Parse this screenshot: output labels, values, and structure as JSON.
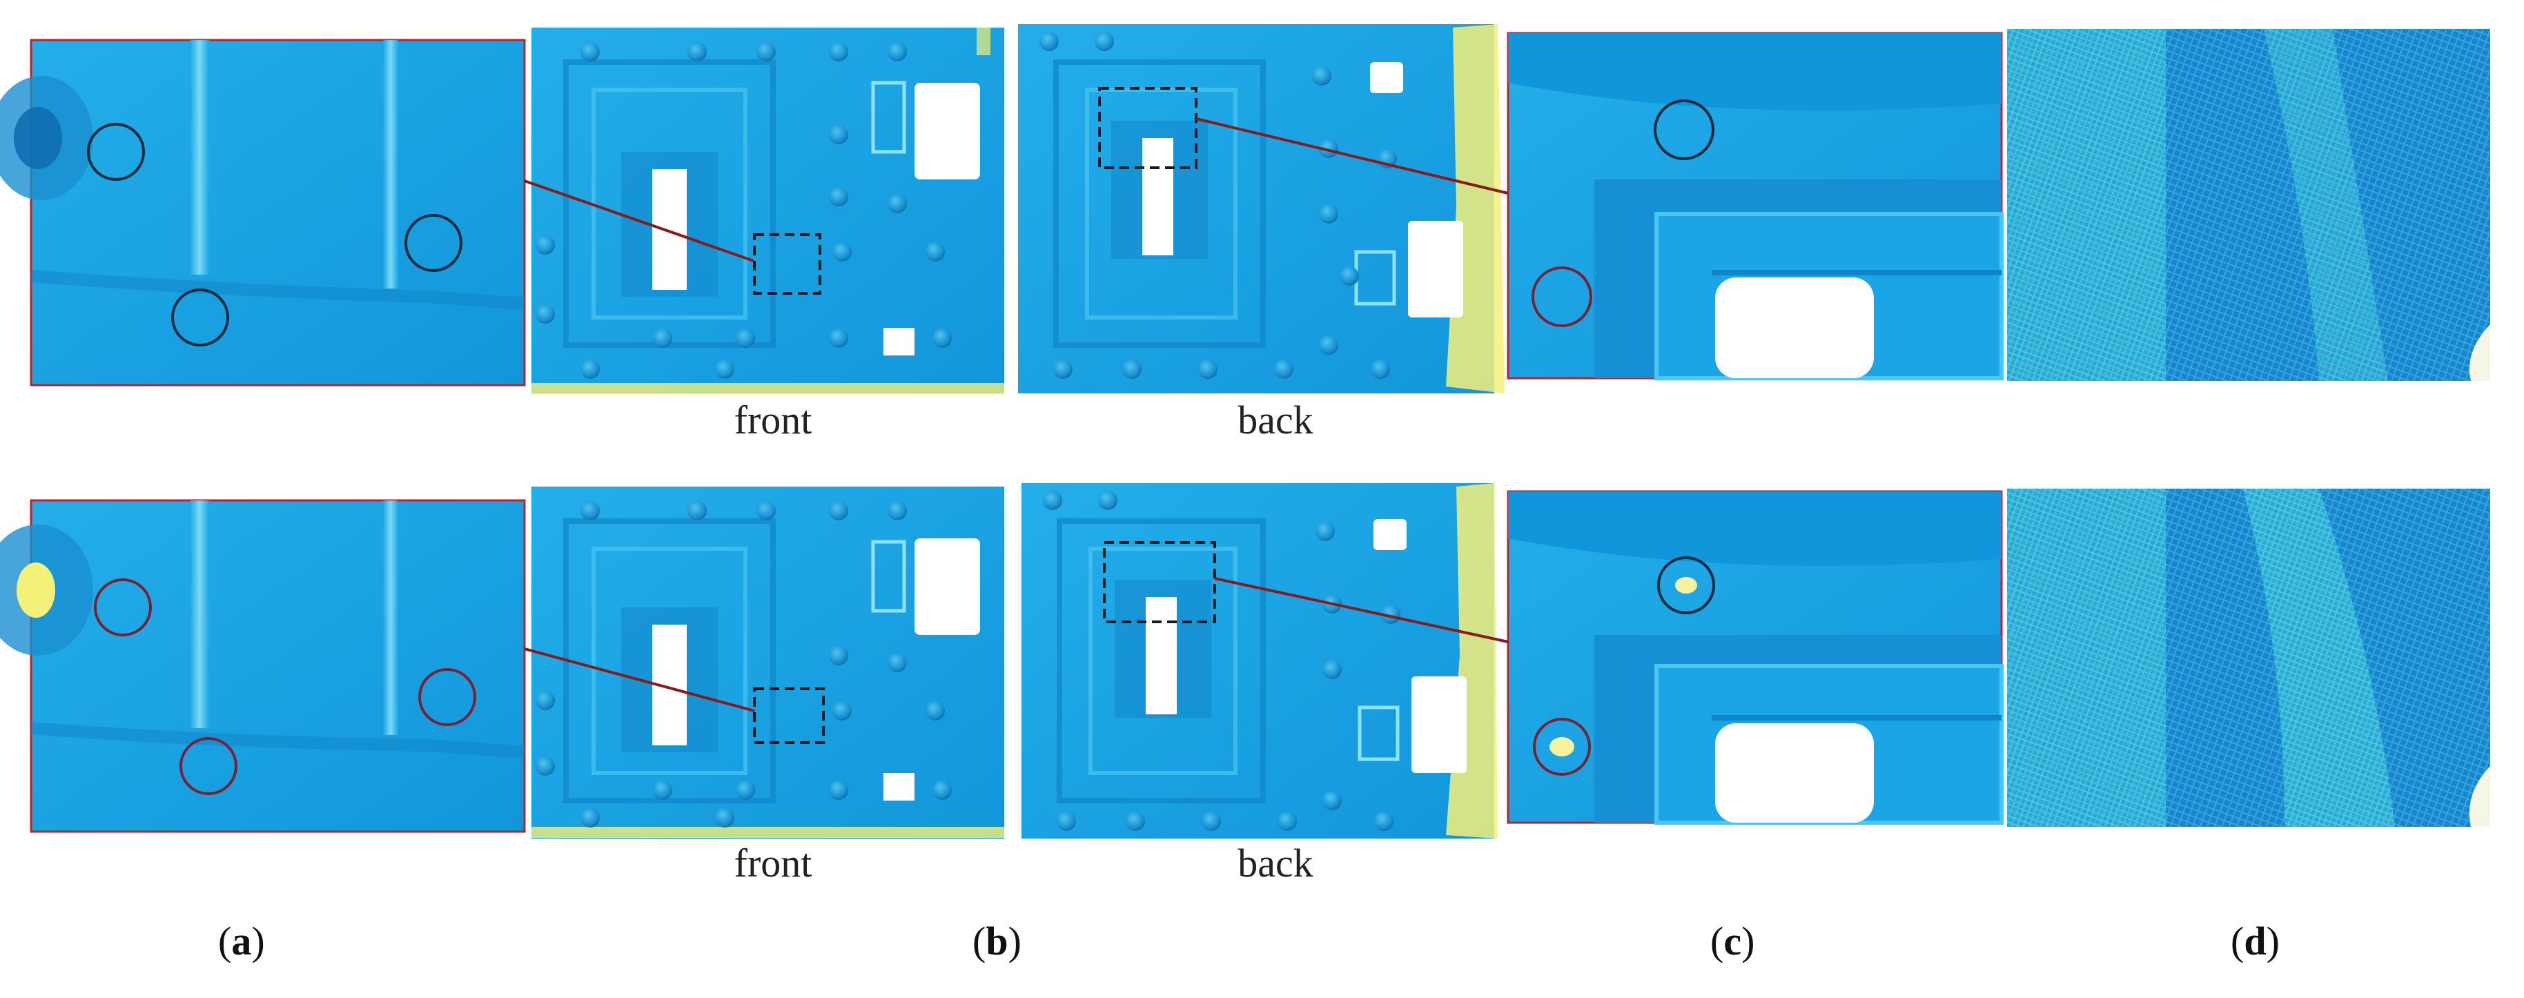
{
  "figure": {
    "panel_labels": {
      "a": "a",
      "b": "b",
      "c": "c",
      "d": "d"
    },
    "row1": {
      "front_label": "front",
      "back_label": "back"
    },
    "row2": {
      "front_label": "front",
      "back_label": "back"
    },
    "colors": {
      "surface": "#1aa6e6",
      "surface_dark": "#0f84c8",
      "surface_light": "#4cc6f0",
      "ridge": "#8fe3f8",
      "hole": "#ffffff",
      "edge_noise": "#f4f07a",
      "frame_red": "#c0202a",
      "marker": "#102a3a",
      "connector": "#8a1a1a",
      "mesh_dark": "#1b7ec8",
      "mesh_light": "#3fc8d6"
    }
  }
}
